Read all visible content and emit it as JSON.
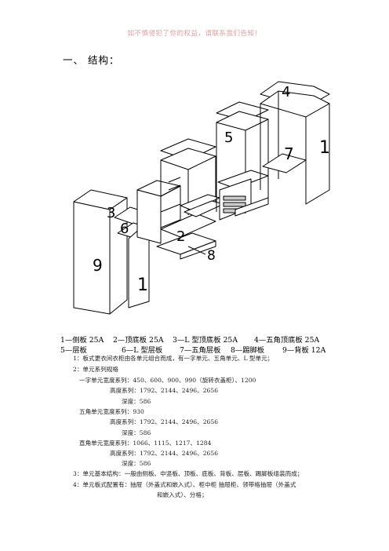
{
  "watermark": "如不慎侵犯了你的权益，请联系我们告知！",
  "heading": "一、  结构：",
  "diagram": {
    "labels": [
      "1",
      "2",
      "3",
      "4",
      "5",
      "6",
      "7",
      "8",
      "9",
      "1"
    ]
  },
  "legend": {
    "row1": [
      "1—侧板 25A",
      "2—顶底板 25A",
      "3—L 型顶底板 25A",
      "4—五角顶底板 25A"
    ],
    "row2": [
      "5—层板",
      "6—L 型层板",
      "7—五角层板",
      "8—踢脚板",
      "9—背板 12A"
    ]
  },
  "spec_lines": [
    "1：板式更衣间衣柜由各单元组合而成，有一字单元、五角单元、L 型单元；",
    "2：单元系列规格",
    "一字单元宽度系列：450、600、900、990（旋转衣盖柜）、1200",
    "高度系列：1792、2144、2496、2656",
    "深度：586",
    "五角单元宽度系列：930",
    "高度系列：1792、2144、2496、2656",
    "深度：586",
    "直角单元宽度系列：1066、1115、1217、1284",
    "高度系列：1792、2144、2496、2656",
    "深度：586",
    "3：单元基本结构：一般由侧板、中竖板、顶板、底板、背板、层板、踢脚板组装而成；",
    "4：单元板式配置有：抽屉（外盖式和嵌入式）、柜中柜  抽屉柜、领带格抽屉（外盖式",
    "和嵌入式）、分格；"
  ]
}
